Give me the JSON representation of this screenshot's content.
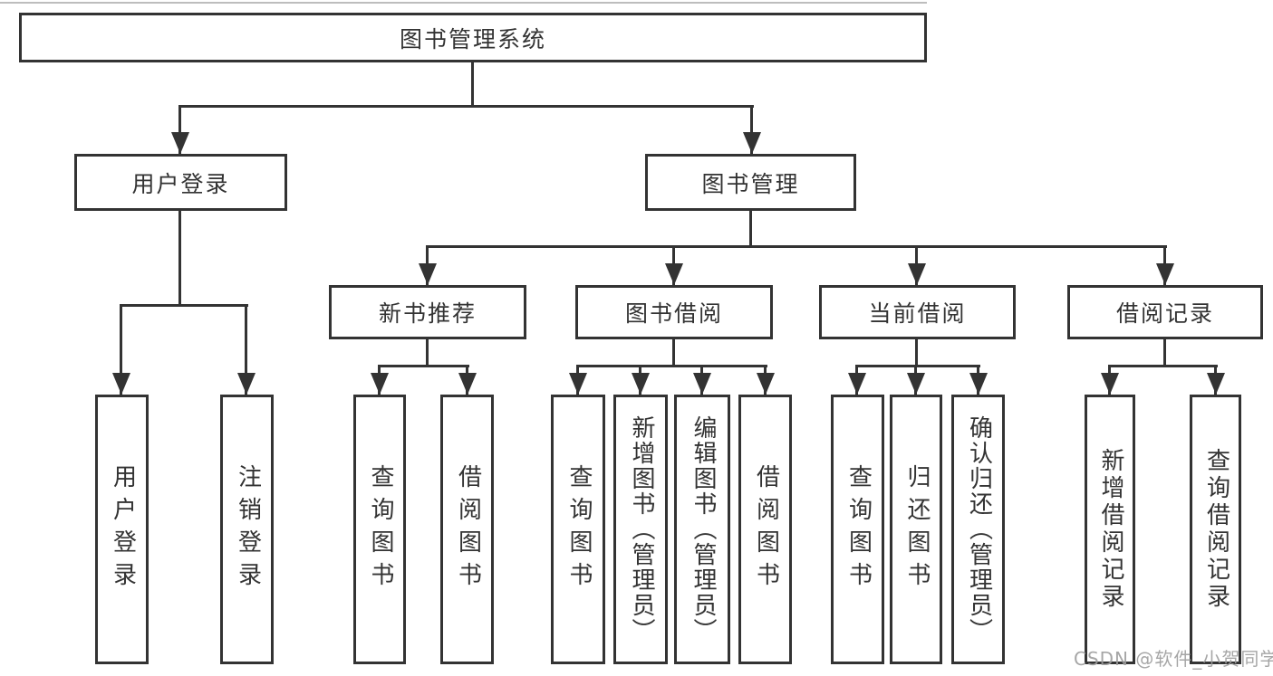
{
  "tree": {
    "root": {
      "label": "图书管理系统"
    },
    "login": {
      "label": "用户登录",
      "children": [
        "用户登录",
        "注销登录"
      ]
    },
    "mgmt": {
      "label": "图书管理",
      "sections": {
        "recommend": {
          "label": "新书推荐",
          "children": [
            "查询图书",
            "借阅图书"
          ]
        },
        "borrow": {
          "label": "图书借阅",
          "children": [
            "查询图书",
            "新增图书（管理员）",
            "编辑图书（管理员）",
            "借阅图书"
          ]
        },
        "current": {
          "label": "当前借阅",
          "children": [
            "查询图书",
            "归还图书",
            "确认归还（管理员）"
          ]
        },
        "records": {
          "label": "借阅记录",
          "children": [
            "新增借阅记录",
            "查询借阅记录"
          ]
        }
      }
    }
  },
  "watermark": "CSDN @软件_小贺同学",
  "colors": {
    "line": "#333333",
    "text": "#333333",
    "watermark": "#9d9d9d",
    "background": "#ffffff"
  }
}
